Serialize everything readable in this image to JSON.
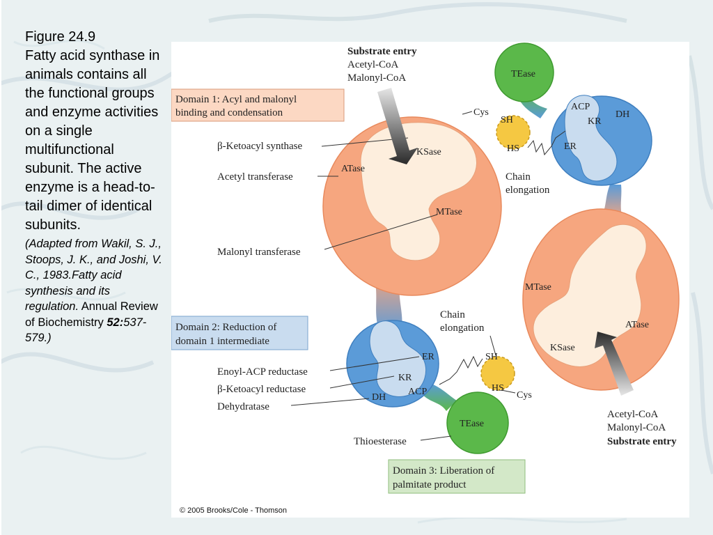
{
  "caption": {
    "figure": "Figure 24.9",
    "description": "Fatty acid synthase in animals contains all the functional groups and enzyme activities on a single multifunctional subunit. The active enzyme is a head-to-tail dimer of identical subunits.",
    "cite_open": "(Adapted from Wakil, S. J., Stoops, J. K., and Joshi, V. C., 1983.",
    "cite_title": "Fatty acid synthesis and its regulation.",
    "cite_journal": " Annual Review of Biochemistry ",
    "cite_volume": "52:",
    "cite_pages": "537-579.)"
  },
  "diagram": {
    "substrate_entry_top": {
      "title": "Substrate entry",
      "line1": "Acetyl-CoA",
      "line2": "Malonyl-CoA"
    },
    "substrate_entry_bottom": {
      "line1": "Acetyl-CoA",
      "line2": "Malonyl-CoA",
      "title": "Substrate entry"
    },
    "domain1": {
      "line1": "Domain 1: Acyl and malonyl",
      "line2": "binding and condensation"
    },
    "domain2": {
      "line1": "Domain 2: Reduction of",
      "line2": "domain 1 intermediate"
    },
    "domain3": {
      "line1": "Domain 3: Liberation of",
      "line2": "palmitate product"
    },
    "labels": {
      "ketoacyl_synthase": "β-Ketoacyl synthase",
      "acetyl_transferase": "Acetyl transferase",
      "malonyl_transferase": "Malonyl transferase",
      "enoyl_acp_reductase": "Enoyl-ACP reductase",
      "ketoacyl_reductase": "β-Ketoacyl reductase",
      "dehydratase": "Dehydratase",
      "thioesterase": "Thioesterase",
      "chain_elongation_1": "Chain",
      "chain_elongation_2": "elongation"
    },
    "enzymes": {
      "ksase": "KSase",
      "atase": "ATase",
      "mtase": "MTase",
      "tease": "TEase",
      "acp": "ACP",
      "dh": "DH",
      "kr": "KR",
      "er": "ER",
      "cys": "Cys",
      "sh": "SH",
      "hs": "HS"
    },
    "colors": {
      "domain1_orange": "#f6a67f",
      "domain2_blue": "#5b9bd8",
      "domain3_green": "#5bb84a",
      "inner_cream": "#fdeedd",
      "inner_blue": "#c9dcef",
      "sh_yellow": "#f5c842",
      "domain1_label_bg": "#fcd8c3",
      "domain2_label_bg": "#c9dcef",
      "domain3_label_bg": "#d3e8c8"
    }
  },
  "copyright": "© 2005 Brooks/Cole - Thomson"
}
